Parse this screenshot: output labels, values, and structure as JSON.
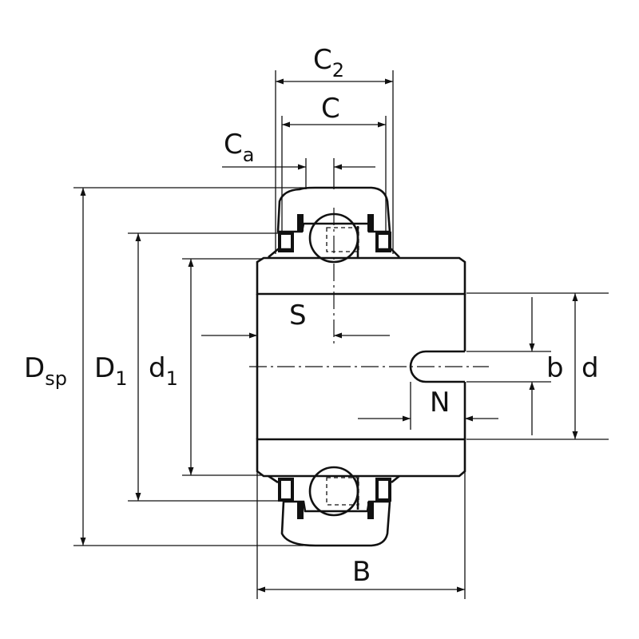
{
  "diagram": {
    "labels": {
      "c2": {
        "main": "C",
        "sub": "2"
      },
      "c": {
        "main": "C"
      },
      "ca": {
        "main": "C",
        "sub": "a"
      },
      "s": {
        "main": "S"
      },
      "dsp": {
        "main": "D",
        "sub": "sp"
      },
      "d1_outer": {
        "main": "D",
        "sub": "1"
      },
      "d1_inner": {
        "main": "d",
        "sub": "1"
      },
      "b_small": {
        "main": "b"
      },
      "d": {
        "main": "d"
      },
      "n": {
        "main": "N"
      },
      "b_width": {
        "main": "B"
      }
    },
    "colors": {
      "line": "#111111",
      "background": "#ffffff"
    }
  }
}
